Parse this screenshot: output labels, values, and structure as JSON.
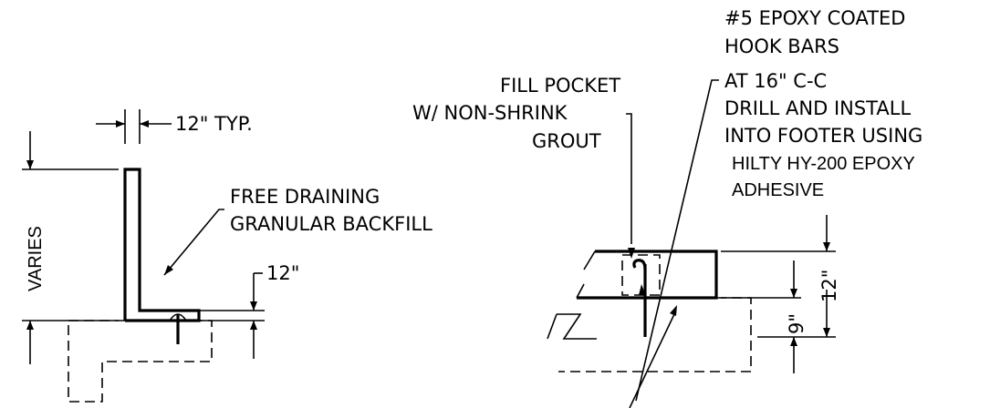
{
  "left_detail": {
    "dim_top": "12\" TYP.",
    "dim_height": "VARIES",
    "dim_base": "12\"",
    "note_backfill_line1": "FREE DRAINING",
    "note_backfill_line2": "GRANULAR BACKFILL"
  },
  "right_detail": {
    "note_pocket_line1": "FILL POCKET",
    "note_pocket_line2": "W/ NON-SHRINK",
    "note_pocket_line3": "GROUT",
    "note_bars_line1": "#5 EPOXY COATED",
    "note_bars_line2": "HOOK BARS",
    "note_bars_line3": "AT 16\" C-C",
    "note_bars_line4": "DRILL AND INSTALL",
    "note_bars_line5": "INTO FOOTER USING",
    "note_bars_line6": "HILTY HY-200 EPOXY",
    "note_bars_line7": "ADHESIVE",
    "dim_slab": "12\"",
    "dim_embed": "9\""
  }
}
